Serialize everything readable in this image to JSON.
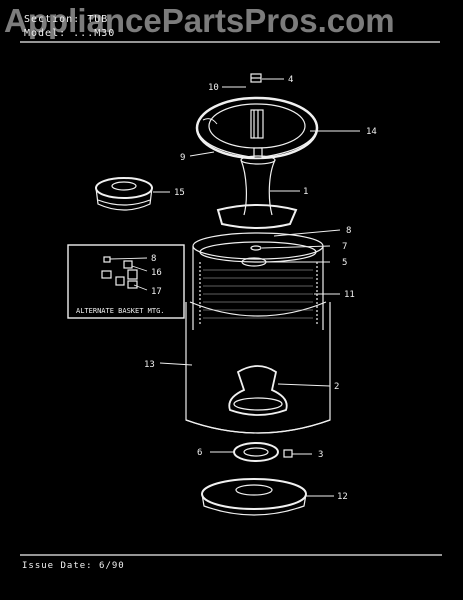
{
  "header": {
    "section_label": "Section:",
    "section_value": "TUB",
    "model_label": "Model:",
    "model_value": "...M30"
  },
  "watermark": {
    "text": "AppliancePartsPros.com"
  },
  "inset": {
    "caption": "ALTERNATE BASKET MTG."
  },
  "callouts": {
    "c1": "1",
    "c2": "2",
    "c3": "3",
    "c4": "4",
    "c5": "5",
    "c6": "6",
    "c7": "7",
    "c8": "8",
    "c9": "9",
    "c10": "10",
    "c11": "11",
    "c12": "12",
    "c13": "13",
    "c14": "14",
    "c15": "15",
    "c16": "16",
    "c17": "17",
    "c8b": "8"
  },
  "footer": {
    "issue_date": "Issue Date: 6/90"
  },
  "colors": {
    "background": "#000000",
    "linework": "#f0f0f0",
    "watermark": "#e1e1e1"
  }
}
